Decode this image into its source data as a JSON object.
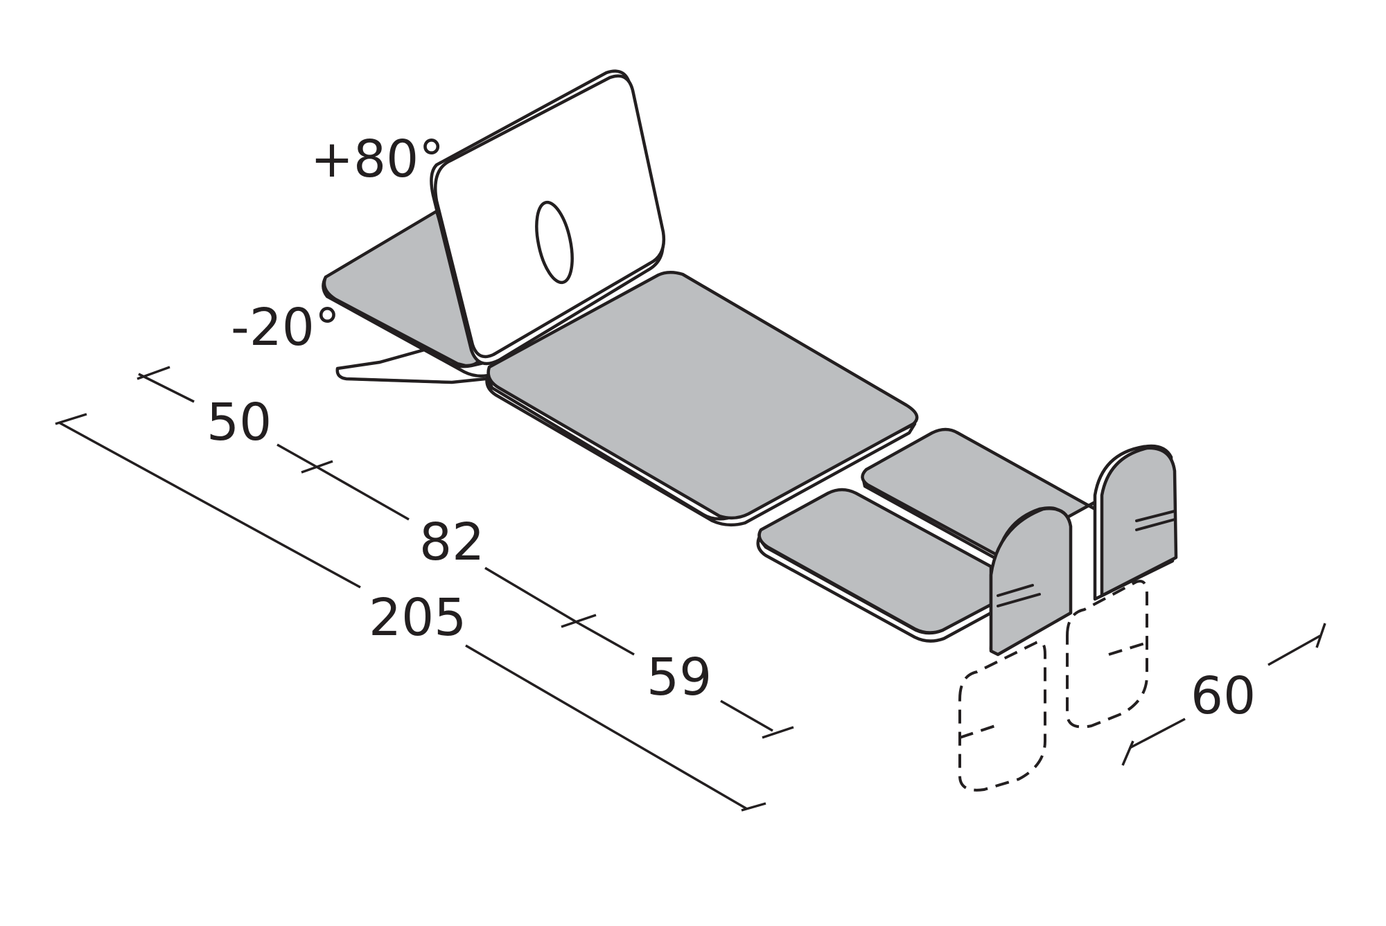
{
  "labels": {
    "angle_up": "+80°",
    "angle_down": "-20°",
    "dim_head": "50",
    "dim_middle": "82",
    "dim_foot": "59",
    "dim_total": "205",
    "dim_width": "60"
  },
  "colors": {
    "pad_fill": "#bcbec0",
    "outline": "#231f20",
    "background": "#ffffff"
  }
}
